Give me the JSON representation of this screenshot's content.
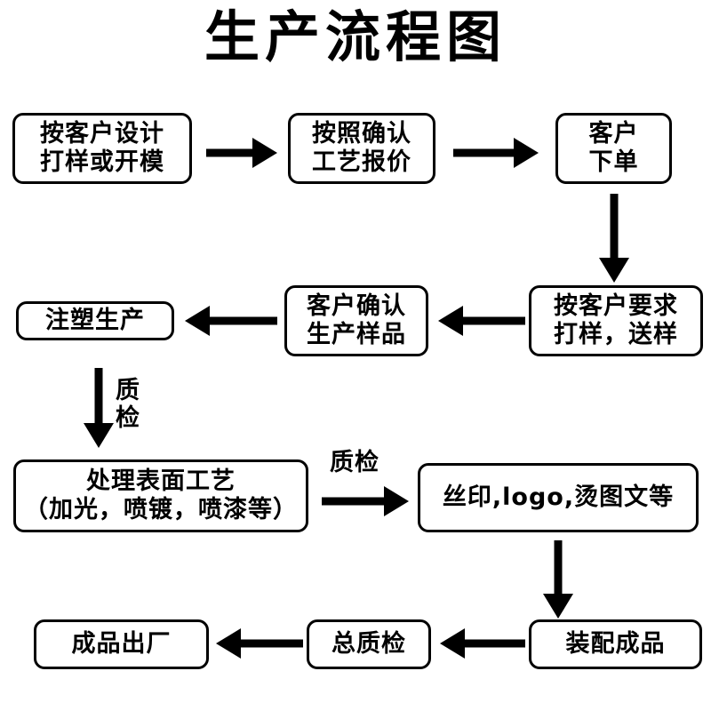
{
  "title": "生产流程图",
  "nodes": {
    "n1": {
      "lines": [
        "按客户设计",
        "打样或开模"
      ]
    },
    "n2": {
      "lines": [
        "按照确认",
        "工艺报价"
      ]
    },
    "n3": {
      "lines": [
        "客户",
        "下单"
      ]
    },
    "n4": {
      "lines": [
        "按客户要求",
        "打样，送样"
      ]
    },
    "n5": {
      "lines": [
        "客户确认",
        "生产样品"
      ]
    },
    "n6": {
      "lines": [
        "注塑生产"
      ]
    },
    "n7": {
      "lines": [
        "处理表面工艺",
        "（加光，喷镀，喷漆等）"
      ]
    },
    "n8": {
      "lines": [
        "丝印,logo,烫图文等"
      ]
    },
    "n9": {
      "lines": [
        "装配成品"
      ]
    },
    "n10": {
      "lines": [
        "总质检"
      ]
    },
    "n11": {
      "lines": [
        "成品出厂"
      ]
    }
  },
  "edge_labels": {
    "qc_vertical": "质检",
    "qc_horizontal": "质检"
  },
  "colors": {
    "ink": "#000000",
    "paper": "#ffffff"
  },
  "flow": [
    "按客户设计打样或开模",
    "按照确认工艺报价",
    "客户下单",
    "按客户要求打样，送样",
    "客户确认生产样品",
    "注塑生产",
    "处理表面工艺（加光，喷镀，喷漆等）",
    "丝印,logo,烫图文等",
    "装配成品",
    "总质检",
    "成品出厂"
  ]
}
